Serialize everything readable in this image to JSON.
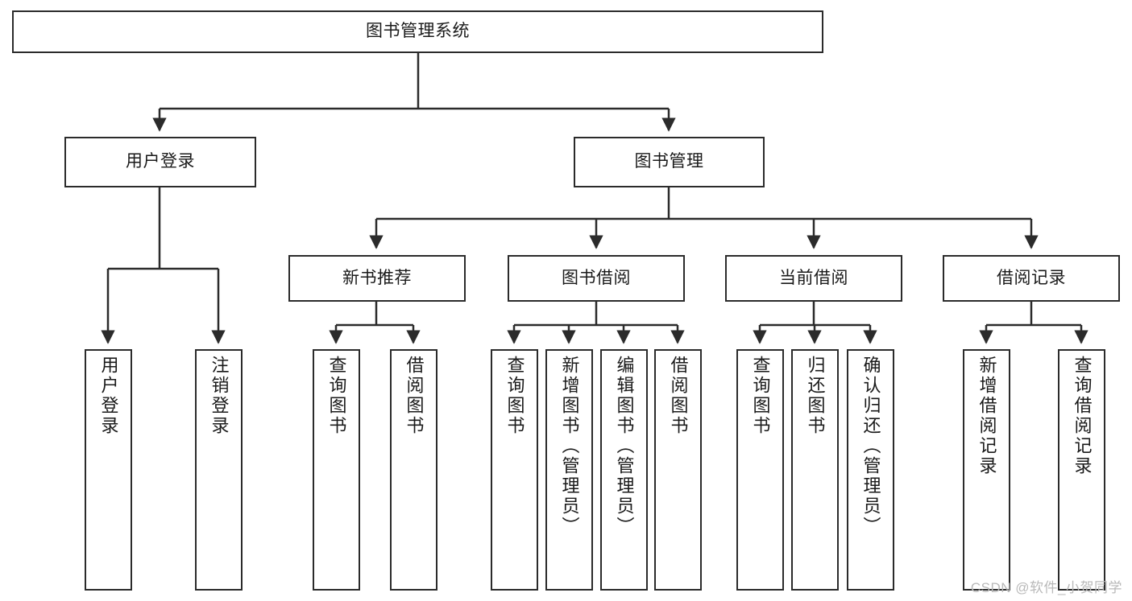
{
  "diagram": {
    "type": "tree-hierarchy",
    "title": "图书管理系统",
    "watermark": "CSDN @软件_小贺同学",
    "colors": {
      "stroke": "#2b2b2b",
      "fill": "#ffffff",
      "text": "#1a1a1a",
      "watermark": "#b9b9b9"
    },
    "levels": [
      {
        "level": 1,
        "nodes": [
          {
            "id": "root",
            "label": "图书管理系统",
            "orientation": "horizontal"
          }
        ]
      },
      {
        "level": 2,
        "nodes": [
          {
            "id": "user-login",
            "label": "用户登录",
            "orientation": "horizontal",
            "parent": "root"
          },
          {
            "id": "book-manage",
            "label": "图书管理",
            "orientation": "horizontal",
            "parent": "root"
          }
        ]
      },
      {
        "level": 3,
        "nodes": [
          {
            "id": "new-book-recommend",
            "label": "新书推荐",
            "orientation": "horizontal",
            "parent": "book-manage"
          },
          {
            "id": "book-borrow",
            "label": "图书借阅",
            "orientation": "horizontal",
            "parent": "book-manage"
          },
          {
            "id": "current-borrow",
            "label": "当前借阅",
            "orientation": "horizontal",
            "parent": "book-manage"
          },
          {
            "id": "borrow-record",
            "label": "借阅记录",
            "orientation": "horizontal",
            "parent": "book-manage"
          }
        ]
      },
      {
        "level": 4,
        "nodes": [
          {
            "id": "leaf-user-login",
            "label": "用户登录",
            "orientation": "vertical",
            "parent": "user-login"
          },
          {
            "id": "leaf-logout-login",
            "label": "注销登录",
            "orientation": "vertical",
            "parent": "user-login"
          },
          {
            "id": "leaf-query-book-1",
            "label": "查询图书",
            "orientation": "vertical",
            "parent": "new-book-recommend"
          },
          {
            "id": "leaf-borrow-book-1",
            "label": "借阅图书",
            "orientation": "vertical",
            "parent": "new-book-recommend"
          },
          {
            "id": "leaf-query-book-2",
            "label": "查询图书",
            "orientation": "vertical",
            "parent": "book-borrow"
          },
          {
            "id": "leaf-add-book",
            "label": "新增图书（管理员）",
            "orientation": "vertical",
            "parent": "book-borrow"
          },
          {
            "id": "leaf-edit-book",
            "label": "编辑图书（管理员）",
            "orientation": "vertical",
            "parent": "book-borrow"
          },
          {
            "id": "leaf-borrow-book-2",
            "label": "借阅图书",
            "orientation": "vertical",
            "parent": "book-borrow"
          },
          {
            "id": "leaf-query-book-3",
            "label": "查询图书",
            "orientation": "vertical",
            "parent": "current-borrow"
          },
          {
            "id": "leaf-return-book",
            "label": "归还图书",
            "orientation": "vertical",
            "parent": "current-borrow"
          },
          {
            "id": "leaf-confirm-return",
            "label": "确认归还（管理员）",
            "orientation": "vertical",
            "parent": "current-borrow"
          },
          {
            "id": "leaf-add-record",
            "label": "新增借阅记录",
            "orientation": "vertical",
            "parent": "borrow-record"
          },
          {
            "id": "leaf-query-record",
            "label": "查询借阅记录",
            "orientation": "vertical",
            "parent": "borrow-record"
          }
        ]
      }
    ]
  }
}
